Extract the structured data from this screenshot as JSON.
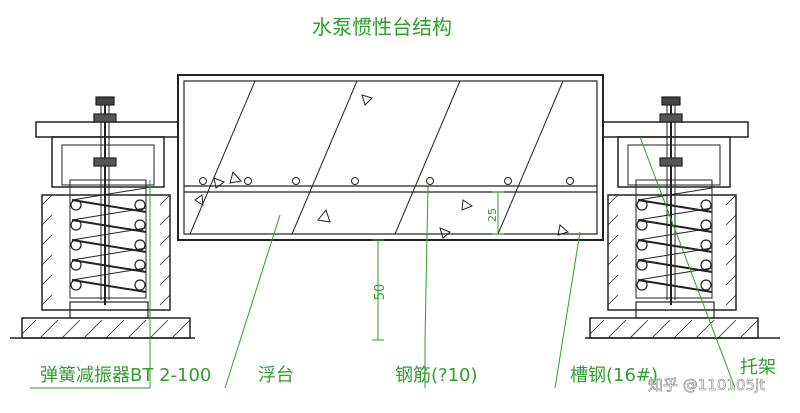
{
  "title": "水泵惯性台结构",
  "labels": {
    "spring_isolator": "弹簧减振器BT 2-100",
    "float_base": "浮台",
    "rebar": "钢筋(?10)",
    "channel_steel": "槽钢(16#)",
    "bracket": "托架"
  },
  "dimensions": {
    "gap_height": "50",
    "rebar_cover": "25"
  },
  "watermark": "知乎 @110105jt",
  "colors": {
    "line": "#222222",
    "annotation": "#2f9e2f"
  }
}
